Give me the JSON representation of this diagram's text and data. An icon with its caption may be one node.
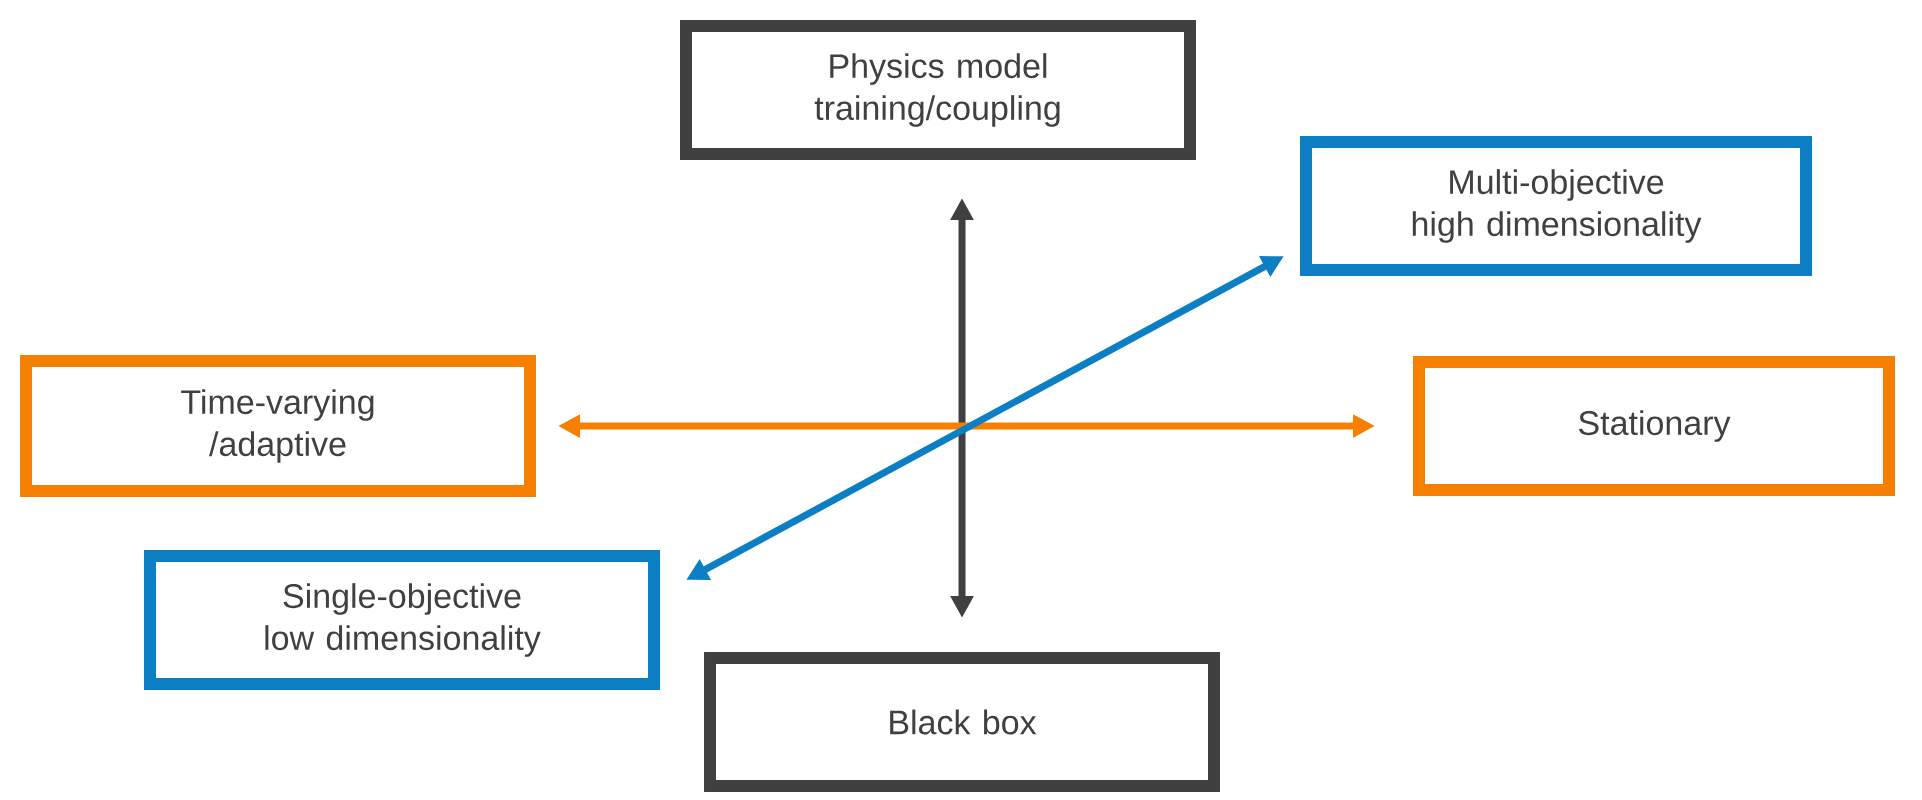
{
  "diagram": {
    "nodes": [
      {
        "text": [
          "Physics model training/coupling"
        ]
      },
      {
        "text": [
          "Multi-objective high dimensionality"
        ]
      },
      {
        "text": [
          "Time-varying /adaptive"
        ]
      },
      {
        "text": [
          "Stationary"
        ]
      },
      {
        "text": [
          "Single-objective low dimensionality"
        ]
      },
      {
        "text": [
          "Black box"
        ]
      }
    ],
    "edges": [
      {
        "from": 0,
        "to": 5,
        "arrow": "both",
        "color": "#404040"
      },
      {
        "from": 2,
        "to": 3,
        "arrow": "both",
        "color": "#f77f00"
      },
      {
        "from": 4,
        "to": 1,
        "arrow": "both",
        "color": "#0c7fc4"
      }
    ]
  }
}
